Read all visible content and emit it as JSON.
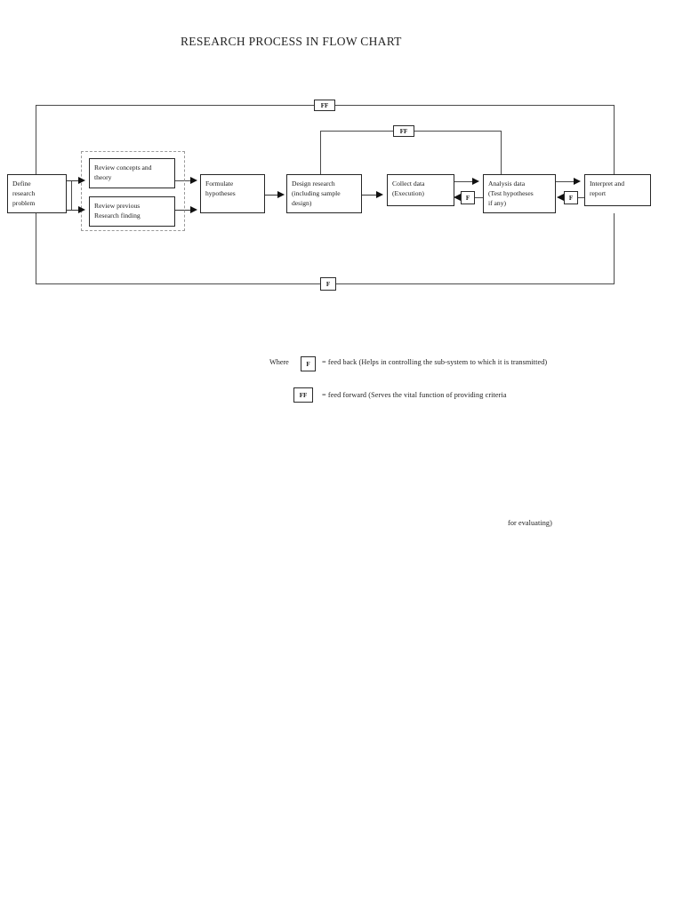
{
  "title": "RESEARCH PROCESS IN FLOW CHART",
  "nodes": {
    "define_problem": {
      "lines": [
        "Define",
        "research",
        "problem"
      ]
    },
    "review_concepts": {
      "lines": [
        "Review concepts and",
        "theory"
      ]
    },
    "review_previous": {
      "lines": [
        "Review previous",
        "Research finding"
      ]
    },
    "formulate": {
      "lines": [
        "Formulate",
        "hypotheses"
      ]
    },
    "design_research": {
      "lines": [
        "Design research",
        "(including sample",
        "design)"
      ]
    },
    "collect_data": {
      "lines": [
        "Collect data",
        "(Execution)"
      ]
    },
    "analysis_data": {
      "lines": [
        "Analysis data",
        "(Test hypotheses",
        "if any)"
      ]
    },
    "interpret_report": {
      "lines": [
        "Interpret and",
        "report"
      ]
    }
  },
  "markers": {
    "ff_top": "FF",
    "ff_mid": "FF",
    "f_bottom": "F",
    "f_collect": "F",
    "f_analysis": "F",
    "legend_f": "F",
    "legend_ff": "FF"
  },
  "legend": {
    "where_label": "Where",
    "feedback_text": "= feed back (Helps in controlling the sub-system to which it is transmitted)",
    "feedforward_text": "= feed forward (Serves the vital function of providing criteria",
    "feedforward_continued": "for evaluating)"
  },
  "colors": {
    "line": "#4a4a4a",
    "box_border": "#262626",
    "dashed_border": "#9a9a9a",
    "text": "#1a1a1a",
    "background": "#ffffff"
  }
}
